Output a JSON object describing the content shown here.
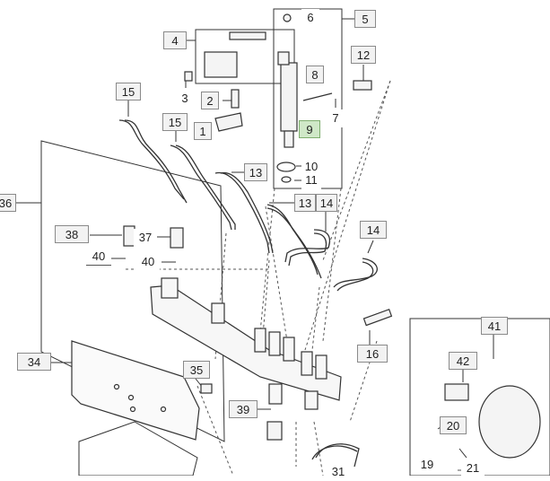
{
  "callouts": {
    "c1": "1",
    "c2": "2",
    "c3": "3",
    "c4": "4",
    "c5": "5",
    "c6": "6",
    "c7": "7",
    "c8": "8",
    "c9": "9",
    "c10": "10",
    "c11": "11",
    "c12": "12",
    "c13a": "13",
    "c13b": "13",
    "c14a": "14",
    "c14b": "14",
    "c15a": "15",
    "c15b": "15",
    "c16": "16",
    "c19": "19",
    "c20": "20",
    "c21": "21",
    "c31": "31",
    "c34": "34",
    "c35": "35",
    "c36": "36",
    "c37": "37",
    "c38": "38",
    "c39": "39",
    "c40a": "40",
    "c40b": "40",
    "c41": "41",
    "c42": "42"
  },
  "highlighted_callout": "9",
  "colors": {
    "highlight_fill": "#cfe8c7",
    "label_fill": "#f2f2f2",
    "line": "#333333"
  }
}
